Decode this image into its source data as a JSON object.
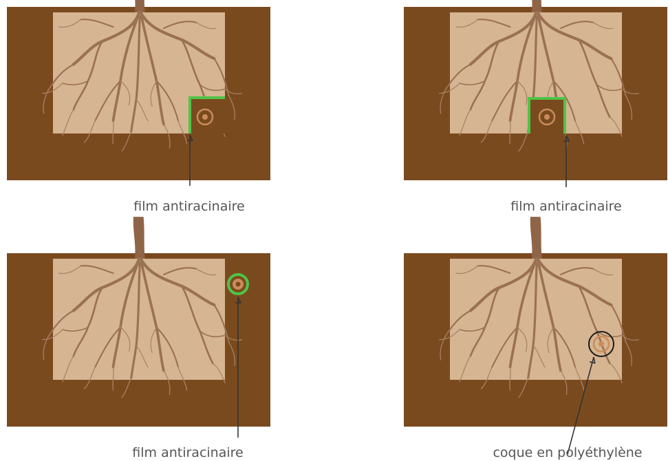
{
  "colors": {
    "soil_dark": "#7a4a1f",
    "soil_light": "#d6b592",
    "roots": "#9a7152",
    "root_lines": "#a88366",
    "film": "#4fc447",
    "pipe_ring": "#c98c5a",
    "pipe_core": "#7a4a1f",
    "shell": "#1a1a1a",
    "arrow": "#333333",
    "caption": "#555555"
  },
  "panels": [
    {
      "id": "top-left",
      "protection": "film-corner",
      "caption": "film antiracinaire"
    },
    {
      "id": "top-right",
      "protection": "film-channel",
      "caption": "film antiracinaire"
    },
    {
      "id": "bottom-left",
      "protection": "film-ring",
      "caption": "film antiracinaire"
    },
    {
      "id": "bottom-right",
      "protection": "polyethylene-shell",
      "caption": "coque en polyéthylène"
    }
  ]
}
